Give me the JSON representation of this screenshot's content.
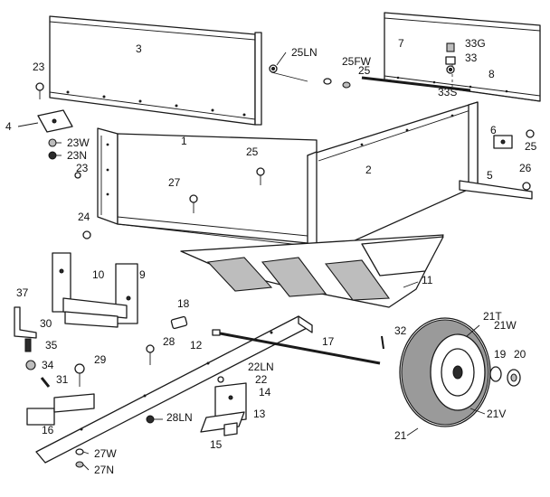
{
  "labels": {
    "p1": "1",
    "p2": "2",
    "p3": "3",
    "p4": "4",
    "p5": "5",
    "p6": "6",
    "p7": "7",
    "p8": "8",
    "p9": "9",
    "p10": "10",
    "p11": "11",
    "p12": "12",
    "p13": "13",
    "p14": "14",
    "p15": "15",
    "p16": "16",
    "p17": "17",
    "p18": "18",
    "p19": "19",
    "p20": "20",
    "p21": "21",
    "p21T": "21T",
    "p21V": "21V",
    "p21W": "21W",
    "p22": "22",
    "p22LN": "22LN",
    "p23a": "23",
    "p23b": "23",
    "p23N": "23N",
    "p23W": "23W",
    "p24": "24",
    "p25a": "25",
    "p25b": "25",
    "p25c": "25",
    "p25FW": "25FW",
    "p25LN": "25LN",
    "p26": "26",
    "p27": "27",
    "p27N": "27N",
    "p27W": "27W",
    "p28": "28",
    "p28LN": "28LN",
    "p29": "29",
    "p30": "30",
    "p31": "31",
    "p32": "32",
    "p33": "33",
    "p33G": "33G",
    "p33S": "33S",
    "p34": "34",
    "p35": "35",
    "p37": "37"
  }
}
